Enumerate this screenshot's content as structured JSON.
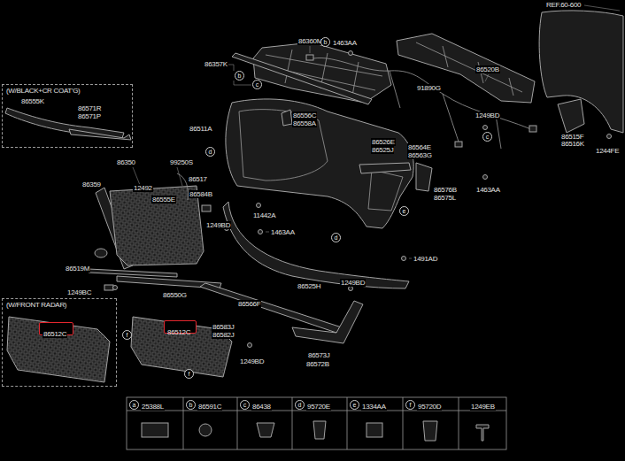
{
  "diagram": {
    "nodes": [
      {
        "text": [
          "(W/BLACK+CR COAT'G)",
          "86555K",
          "86571R",
          "86571P"
        ]
      },
      {
        "text": [
          "b"
        ]
      },
      {
        "text": [
          "b"
        ]
      },
      {
        "text": [
          "c"
        ]
      },
      {
        "text": [
          "c"
        ]
      },
      {
        "text": [
          "d"
        ]
      },
      {
        "text": [
          "e"
        ]
      },
      {
        "text": [
          "d"
        ]
      },
      {
        "text": [
          "(W/FRONT RADAR)"
        ]
      },
      {
        "text": [
          "86512C"
        ],
        "in": 8
      },
      {
        "text": [
          "f"
        ]
      },
      {
        "text": [
          "86512C"
        ]
      },
      {
        "text": [
          "f"
        ]
      },
      {
        "text": [
          "a"
        ]
      },
      {
        "text": [
          "b"
        ]
      },
      {
        "text": [
          "c"
        ]
      },
      {
        "text": [
          "d"
        ]
      },
      {
        "text": [
          "e"
        ]
      },
      {
        "text": [
          "f"
        ]
      }
    ],
    "labels": [
      "REF.60-600",
      "86360M",
      "1463AA",
      "86357K",
      "86520B",
      "91890G",
      "1249BD",
      "86556C",
      "86558A",
      "86511A",
      "86515F",
      "86516K",
      "86526E",
      "86525J",
      "86564E",
      "86563G",
      "1244FE",
      "86350",
      "99250S",
      "86517",
      "86359",
      "12492",
      "86576B",
      "86575L",
      "1463AA",
      "86555E",
      "86584B",
      "11442A",
      "1249BD",
      "1463AA",
      "1491AD",
      "86519M",
      "86525H",
      "1249BD",
      "1249BC",
      "86550G",
      "86566F",
      "86583J",
      "86582J",
      "86573J",
      "86572B",
      "1249BD",
      "25388L",
      "86591C",
      "86438",
      "95720E",
      "1334AA",
      "95720D",
      "1249EB"
    ]
  }
}
